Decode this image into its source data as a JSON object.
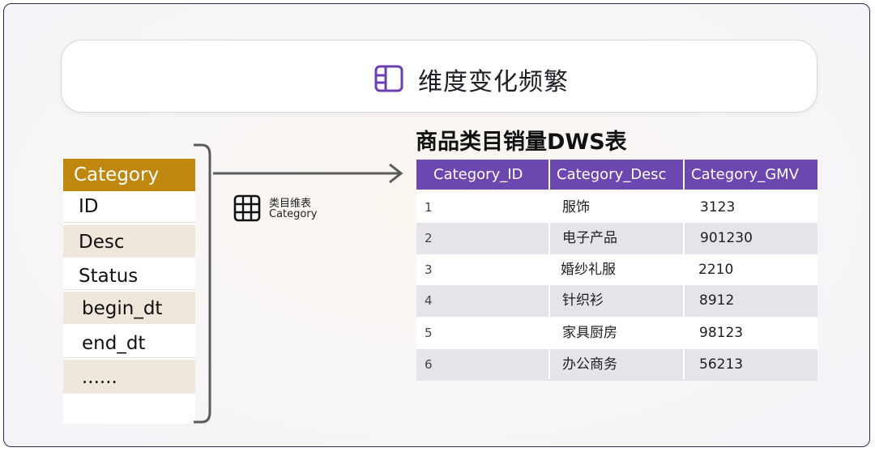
{
  "header": {
    "title": "维度变化频繁",
    "icon": "sidebar-layout-icon"
  },
  "dimension": {
    "header": "Category",
    "fields": [
      "ID",
      "Desc",
      "Status",
      "begin_dt",
      "end_dt",
      "......"
    ]
  },
  "link": {
    "icon": "table-grid-icon",
    "line1": "类目维表",
    "line2": "Category"
  },
  "table": {
    "title": "商品类目销量DWS表",
    "columns": [
      "Category_ID",
      "Category_Desc",
      "Category_GMV"
    ],
    "rows": [
      [
        "1",
        "服饰",
        "3123"
      ],
      [
        "2",
        "电子产品",
        "901230"
      ],
      [
        "3",
        "婚纱礼服",
        "2210"
      ],
      [
        "4",
        "针织衫",
        "8912"
      ],
      [
        "5",
        "家具厨房",
        "98123"
      ],
      [
        "6",
        "办公商务",
        "56213"
      ]
    ]
  },
  "colors": {
    "accent_purple": "#6c47b0",
    "dimension_header": "#c0870e",
    "alt_row": "#efe6dc"
  }
}
